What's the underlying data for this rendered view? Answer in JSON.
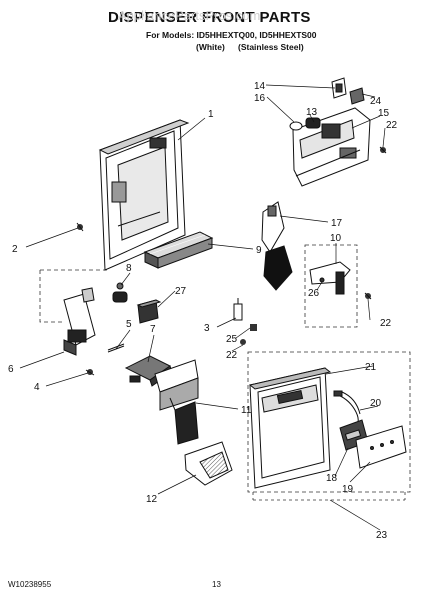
{
  "header": {
    "title": "DISPENSER FRONT PARTS",
    "models_line": "For Models: ID5HHEXTQ00, ID5HHEXTS00",
    "variant_white": "(White)",
    "variant_stainless": "(Stainless Steel)",
    "watermark": "AppliancePartsPros.com"
  },
  "callouts": [
    {
      "id": "c1",
      "text": "1"
    },
    {
      "id": "c2",
      "text": "2"
    },
    {
      "id": "c3",
      "text": "3"
    },
    {
      "id": "c4",
      "text": "4"
    },
    {
      "id": "c5",
      "text": "5"
    },
    {
      "id": "c6",
      "text": "6"
    },
    {
      "id": "c7",
      "text": "7"
    },
    {
      "id": "c8",
      "text": "8"
    },
    {
      "id": "c9",
      "text": "9"
    },
    {
      "id": "c10",
      "text": "10"
    },
    {
      "id": "c11",
      "text": "11"
    },
    {
      "id": "c12",
      "text": "12"
    },
    {
      "id": "c13",
      "text": "13"
    },
    {
      "id": "c14",
      "text": "14"
    },
    {
      "id": "c15",
      "text": "15"
    },
    {
      "id": "c16",
      "text": "16"
    },
    {
      "id": "c17",
      "text": "17"
    },
    {
      "id": "c18",
      "text": "18"
    },
    {
      "id": "c19",
      "text": "19"
    },
    {
      "id": "c20",
      "text": "20"
    },
    {
      "id": "c21",
      "text": "21"
    },
    {
      "id": "c22a",
      "text": "22"
    },
    {
      "id": "c22b",
      "text": "22"
    },
    {
      "id": "c22c",
      "text": "22"
    },
    {
      "id": "c23",
      "text": "23"
    },
    {
      "id": "c24",
      "text": "24"
    },
    {
      "id": "c25",
      "text": "25"
    },
    {
      "id": "c26",
      "text": "26"
    },
    {
      "id": "c27",
      "text": "27"
    }
  ],
  "footer": {
    "doc_number": "W10238955",
    "page_number": "13"
  }
}
